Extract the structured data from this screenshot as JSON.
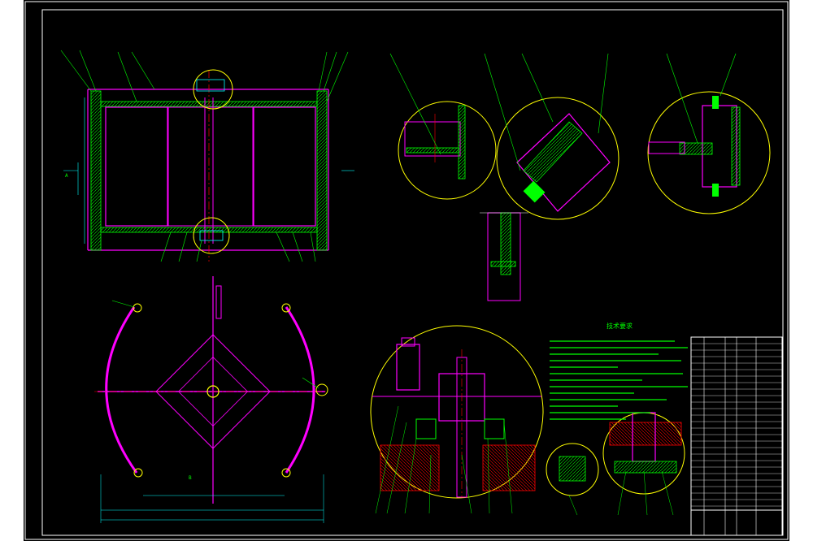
{
  "drawing": {
    "background": "#000000",
    "colors": {
      "frame": "#ffffff",
      "detail": "#ffff00",
      "outline": "#ff00ff",
      "hatch": "#00ff00",
      "leader": "#00ff00",
      "centerline": "#ff0000",
      "dimension": "#00ffff"
    }
  },
  "tech_notes": {
    "title": "技术要求"
  },
  "labels": {
    "section_a": "A",
    "section_b": "B"
  }
}
